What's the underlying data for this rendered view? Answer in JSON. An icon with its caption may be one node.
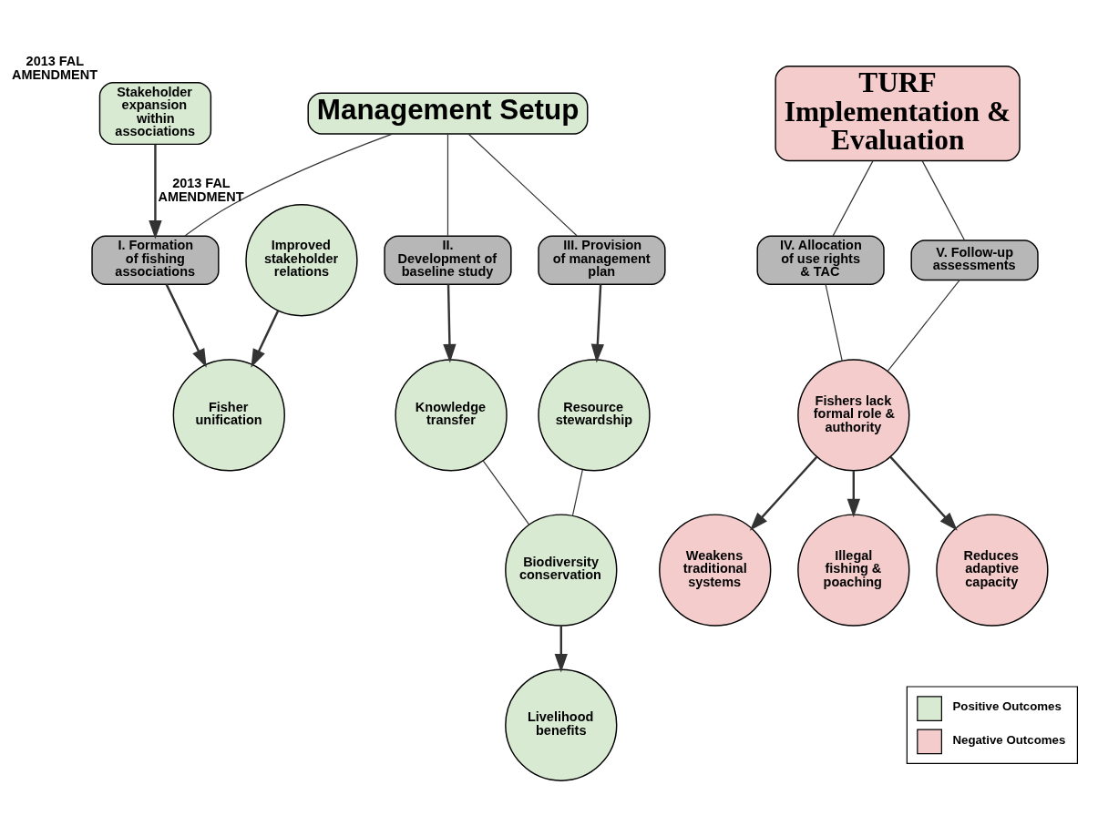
{
  "diagram": {
    "nodes": [
      {
        "text": [
          "Management Setup"
        ]
      },
      {
        "text": [
          "Stakeholder expansion within associations"
        ],
        "beside": [
          "2013 FAL AMENDMENT"
        ]
      },
      {
        "text": [
          "I. Formation of fishing associations"
        ]
      },
      {
        "text": [
          "II. Development of baseline study"
        ]
      },
      {
        "text": [
          "III. Provision of management plan"
        ]
      },
      {
        "text": [
          "Fisher unification"
        ]
      },
      {
        "text": [
          "Knowledge transfer"
        ]
      },
      {
        "text": [
          "Resource stewardship"
        ]
      },
      {
        "text": [
          "Improved stakeholder relations"
        ],
        "beside": [
          "2013 FAL AMENDMENT"
        ]
      },
      {
        "text": [
          "Biodiversity conservation"
        ]
      },
      {
        "text": [
          "Livelihood benefits"
        ]
      },
      {
        "text": [
          "TURF Implementation & Evaluation"
        ]
      },
      {
        "text": [
          "IV. Allocation of use rights & TAC"
        ]
      },
      {
        "text": [
          "V. Follow-up assessments"
        ]
      },
      {
        "text": [
          "Fishers lack formal role & authority"
        ]
      },
      {
        "text": [
          "Weakens traditional systems"
        ]
      },
      {
        "text": [
          "Illegal fishing & poaching"
        ]
      },
      {
        "text": [
          "Reduces adaptive capacity"
        ]
      }
    ],
    "edges": [
      {
        "from": 0,
        "to": 2,
        "arrow": "none"
      },
      {
        "from": 0,
        "to": 3,
        "arrow": "none"
      },
      {
        "from": 0,
        "to": 4,
        "arrow": "none"
      },
      {
        "from": 1,
        "to": 2,
        "arrow": "to"
      },
      {
        "from": 2,
        "to": 5,
        "arrow": "to"
      },
      {
        "from": 3,
        "to": 6,
        "arrow": "to"
      },
      {
        "from": 4,
        "to": 7,
        "arrow": "to"
      },
      {
        "from": 8,
        "to": 5,
        "arrow": "to"
      },
      {
        "from": 6,
        "to": 9,
        "arrow": "none"
      },
      {
        "from": 7,
        "to": 9,
        "arrow": "none"
      },
      {
        "from": 9,
        "to": 10,
        "arrow": "to"
      },
      {
        "from": 11,
        "to": 12,
        "arrow": "none"
      },
      {
        "from": 11,
        "to": 13,
        "arrow": "none"
      },
      {
        "from": 12,
        "to": 14,
        "arrow": "none"
      },
      {
        "from": 13,
        "to": 14,
        "arrow": "none"
      },
      {
        "from": 14,
        "to": 15,
        "arrow": "to"
      },
      {
        "from": 14,
        "to": 16,
        "arrow": "to"
      },
      {
        "from": 14,
        "to": 17,
        "arrow": "to"
      }
    ],
    "legend": [
      {
        "text": "Positive Outcomes",
        "color": "#d9ead3"
      },
      {
        "text": "Negative Outcomes",
        "color": "#f4cccc"
      }
    ]
  }
}
